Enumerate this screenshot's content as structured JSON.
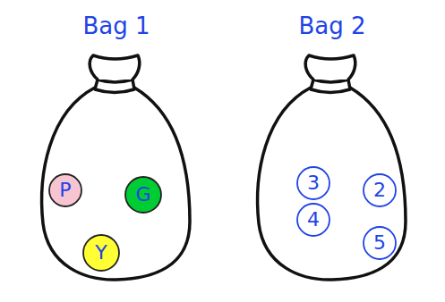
{
  "diagram": {
    "nodes": [
      {
        "text": [
          "Bag 1"
        ]
      },
      {
        "text": [
          "P"
        ],
        "in": 0
      },
      {
        "text": [
          "G"
        ],
        "in": 0
      },
      {
        "text": [
          "Y"
        ],
        "in": 0
      },
      {
        "text": [
          "Bag 2"
        ]
      },
      {
        "text": [
          "3"
        ],
        "in": 4
      },
      {
        "text": [
          "2"
        ],
        "in": 4
      },
      {
        "text": [
          "4"
        ],
        "in": 4
      },
      {
        "text": [
          "5"
        ],
        "in": 4
      }
    ]
  }
}
